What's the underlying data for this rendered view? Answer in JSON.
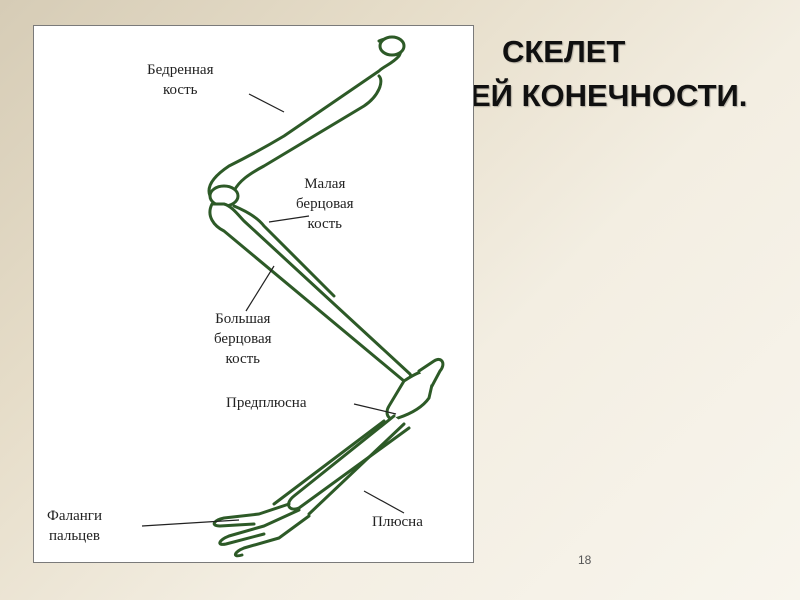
{
  "slide": {
    "title_line1": "СКЕЛЕТ",
    "title_line2": "ЕЙ КОНЕЧНОСТИ.",
    "page_number": "18"
  },
  "diagram": {
    "labels": {
      "femur": [
        "Бедренная",
        "кость"
      ],
      "fibula": [
        "Малая",
        "берцовая",
        "кость"
      ],
      "tibia": [
        "Большая",
        "берцовая",
        "кость"
      ],
      "tarsus": "Предплюсна",
      "metatarsus": "Плюсна",
      "phalanges": [
        "Фаланги",
        "пальцев"
      ]
    },
    "colors": {
      "bone_stroke": "#2d5a27",
      "bone_fill": "#ffffff",
      "leader": "#222222"
    }
  }
}
